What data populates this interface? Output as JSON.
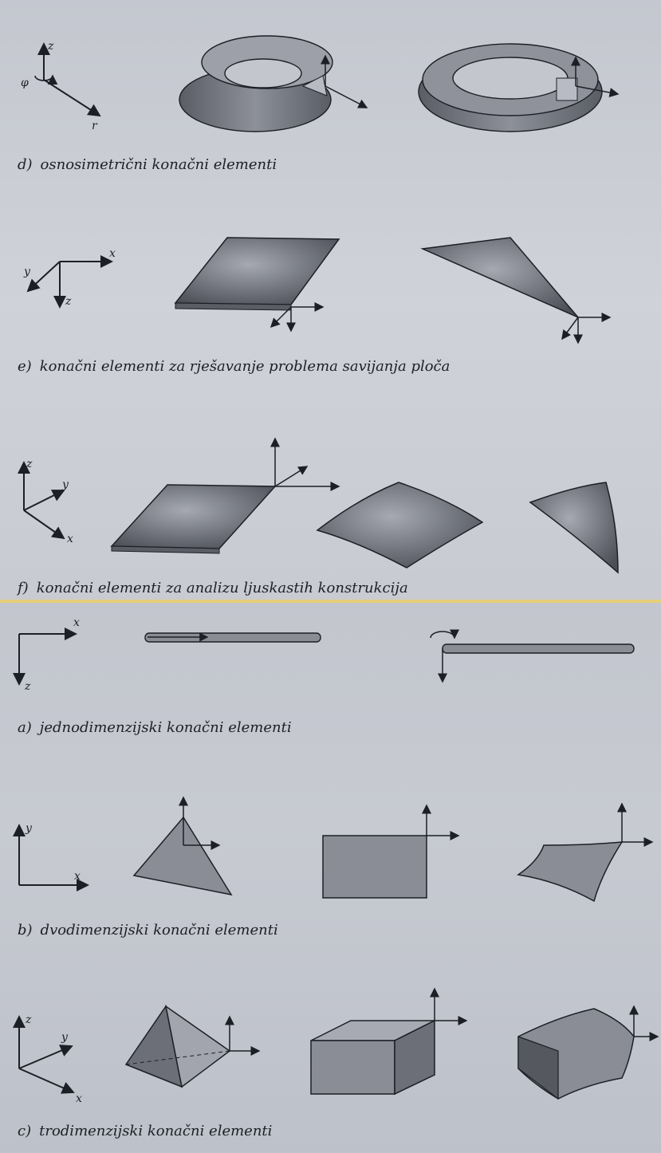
{
  "captions": {
    "d": {
      "label": "d)",
      "text": "osnosimetrični konačni elementi"
    },
    "e": {
      "label": "e)",
      "text": "konačni elementi za rješavanje problema savijanja ploča"
    },
    "f": {
      "label": "f)",
      "text": "konačni elementi za analizu ljuskastih konstrukcija"
    },
    "a": {
      "label": "a)",
      "text": "jednodimenzijski konačni elementi"
    },
    "b": {
      "label": "b)",
      "text": "dvodimenzijski konačni elementi"
    },
    "c": {
      "label": "c)",
      "text": "trodimenzijski konačni elementi"
    }
  },
  "axes": {
    "d": {
      "z": "z",
      "phi": "φ",
      "r": "r"
    },
    "e": {
      "x": "x",
      "y": "y",
      "z": "z"
    },
    "f": {
      "z": "z",
      "y": "y",
      "x": "x"
    },
    "a": {
      "x": "x",
      "z": "z"
    },
    "b": {
      "y": "y",
      "x": "x"
    },
    "c": {
      "z": "z",
      "y": "y",
      "x": "x"
    }
  },
  "colors": {
    "element_fill": "#7d8089",
    "element_dark": "#55585f",
    "ink": "#1d1f26",
    "paper": "#c8cbd2",
    "seam": "#e6cf7a"
  }
}
